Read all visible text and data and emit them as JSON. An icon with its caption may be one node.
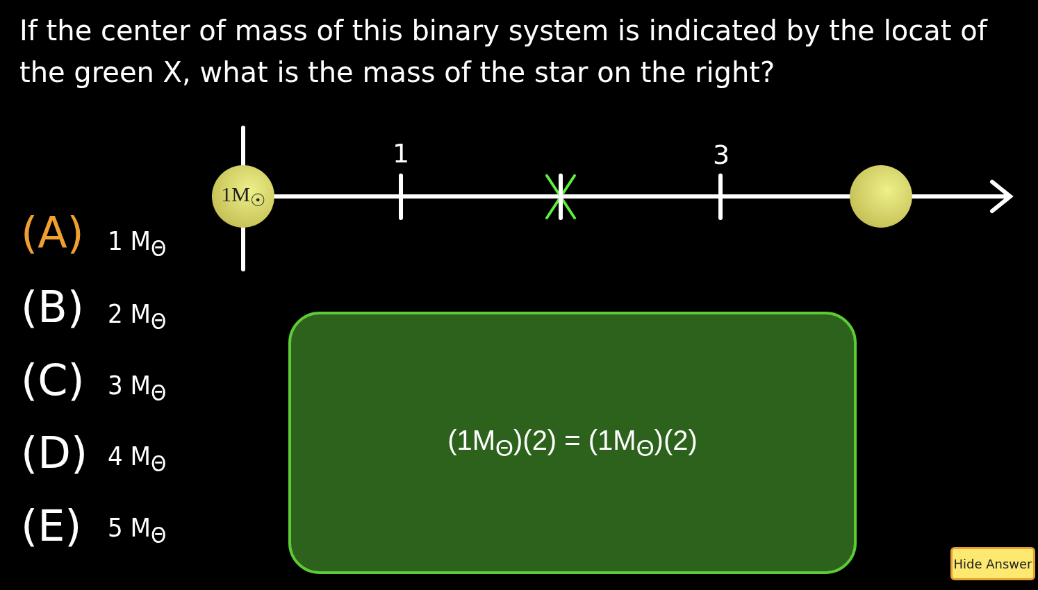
{
  "diagram": {
    "title": "If the center of mass of this binary system is indicated by the locat of the green X, what is the mass of the star on the right?",
    "nodes": [
      {
        "text": [
          "1M$_{☉}$"
        ]
      },
      {
        "text": [],
        "shape": "circle"
      },
      {
        "text": [
          "(1M$_{Θ}$)(2) = (1M$_{Θ}$)(2)"
        ]
      },
      {
        "text": [
          "Hide Answer"
        ]
      }
    ],
    "labels": [
      "1",
      "3",
      "(A)",
      "1 M$_{Θ}$",
      "(B)",
      "2 M$_{Θ}$",
      "(C)",
      "3 M$_{Θ}$",
      "(D)",
      "4 M$_{Θ}$",
      "(E)",
      "5 M$_{Θ}$"
    ]
  }
}
